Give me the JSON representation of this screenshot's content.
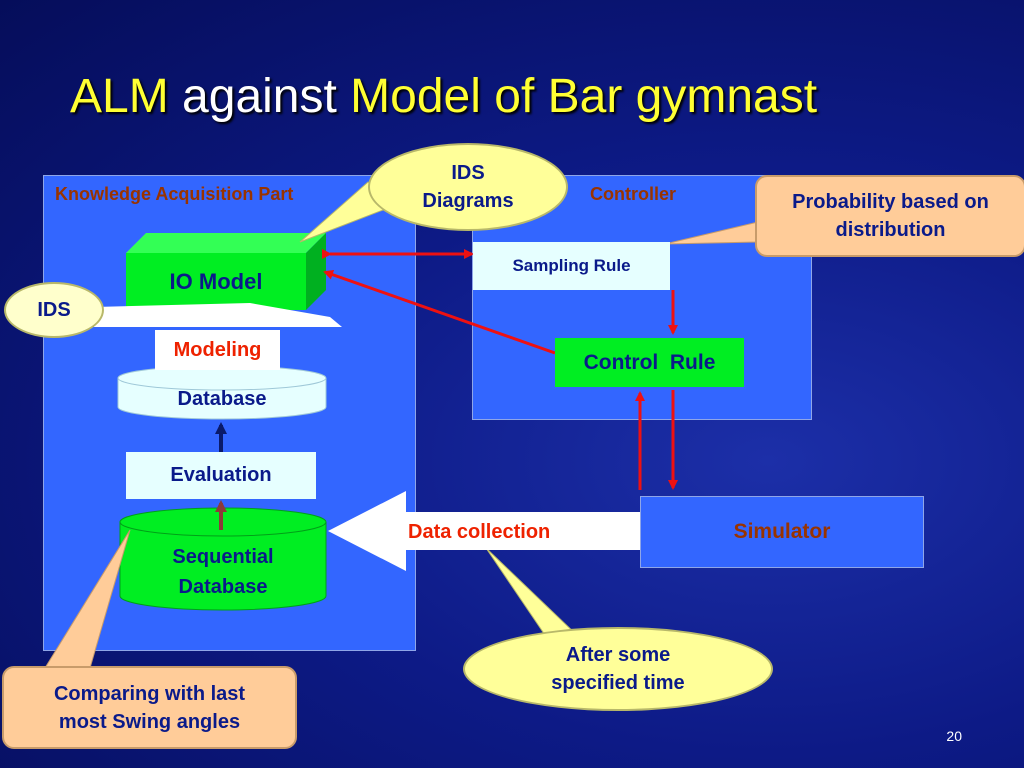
{
  "title": {
    "part1": "ALM",
    "part2": "against",
    "part3": "Model of Bar gymnast"
  },
  "panels": {
    "knowledge_label": "Knowledge Acquisition Part",
    "controller_label": "Controller"
  },
  "nodes": {
    "io_model": "IO Model",
    "modeling": "Modeling",
    "database": "Database",
    "evaluation": "Evaluation",
    "sequential_line1": "Sequential",
    "sequential_line2": "Database",
    "sampling_rule": "Sampling Rule",
    "control_rule": "Control  Rule",
    "simulator": "Simulator",
    "data_collection": "Data collection"
  },
  "callouts": {
    "ids_diagrams_line1": "IDS",
    "ids_diagrams_line2": "Diagrams",
    "ids": "IDS",
    "probability_line1": "Probability based on",
    "probability_line2": "distribution",
    "after_line1": "After some",
    "after_line2": "specified time",
    "comparing_line1": "Comparing with last",
    "comparing_line2": "most Swing angles"
  },
  "page_number": "20",
  "colors": {
    "background": "#0d1a86",
    "panel": "#3366ff",
    "title_yellow": "#ffff33",
    "node_green": "#00ee22",
    "arrow_red": "#ee1111",
    "arrow_brown": "#8b3a3a",
    "arrow_navy": "#0a1a6a",
    "callout_peach": "#ffcc99",
    "callout_yellow": "#ffff99"
  }
}
